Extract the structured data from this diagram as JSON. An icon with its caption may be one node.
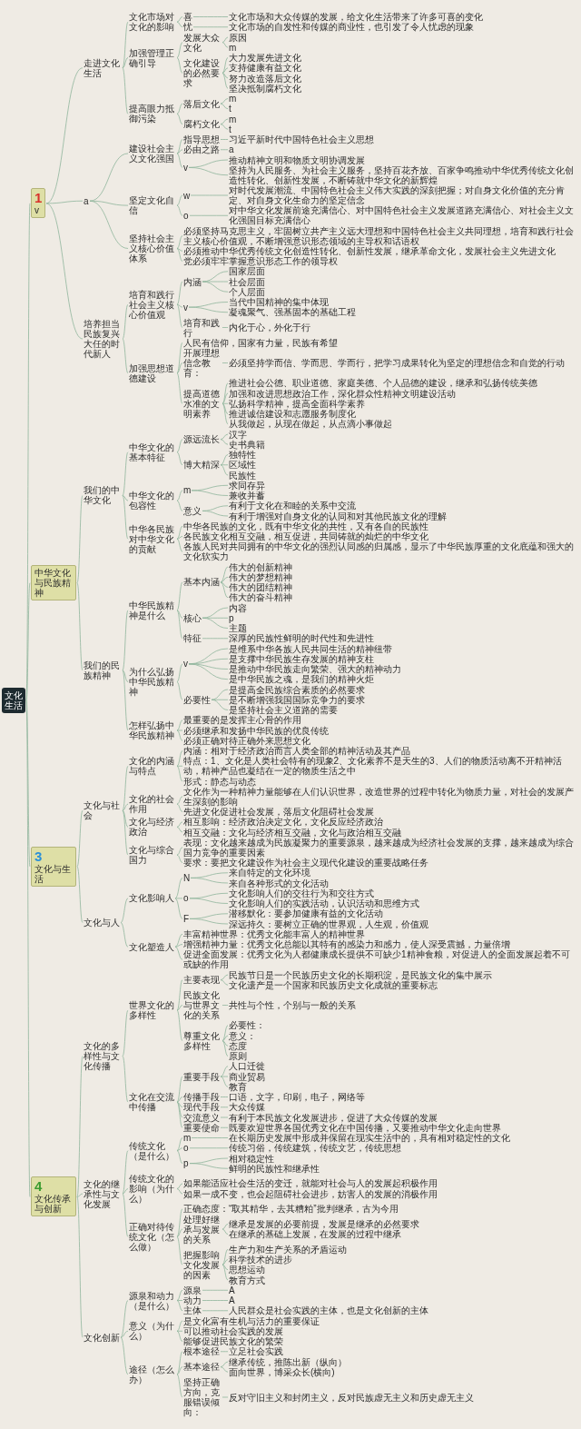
{
  "diagram": {
    "nodes": [
      {
        "text": [
          "文化生活"
        ]
      },
      {
        "text": [
          "1",
          "v"
        ]
      },
      {
        "text": [
          "走进文化生活"
        ]
      },
      {
        "text": [
          "文化市场对文化的影响"
        ]
      },
      {
        "text": [
          "喜"
        ]
      },
      {
        "text": [
          "文化市场和大众传媒的发展，给文化生活带来了许多可喜的变化"
        ]
      },
      {
        "text": [
          "忧"
        ]
      },
      {
        "text": [
          "文化市场的自发性和传媒的商业性，也引发了令人忧虑的现象"
        ]
      },
      {
        "text": [
          "加强管理正确引导"
        ]
      },
      {
        "text": [
          "发展大众文化"
        ]
      },
      {
        "text": [
          "原因"
        ]
      },
      {
        "text": [
          "m"
        ]
      },
      {
        "text": [
          "文化建设的必然要求"
        ]
      },
      {
        "text": [
          "大力发展先进文化"
        ]
      },
      {
        "text": [
          "支持健康有益文化"
        ]
      },
      {
        "text": [
          "努力改造落后文化"
        ]
      },
      {
        "text": [
          "坚决抵制腐朽文化"
        ]
      },
      {
        "text": [
          "提高眼力抵御污染"
        ]
      },
      {
        "text": [
          "落后文化"
        ]
      },
      {
        "text": [
          "m"
        ]
      },
      {
        "text": [
          "t"
        ]
      },
      {
        "text": [
          "腐朽文化"
        ]
      },
      {
        "text": [
          "m"
        ]
      },
      {
        "text": [
          "t"
        ]
      },
      {
        "text": [
          "a"
        ]
      },
      {
        "text": [
          "建设社会主义文化强国"
        ]
      },
      {
        "text": [
          "指导思想"
        ]
      },
      {
        "text": [
          "习近平新时代中国特色社会主义思想"
        ]
      },
      {
        "text": [
          "必由之路"
        ]
      },
      {
        "text": [
          "a"
        ]
      },
      {
        "text": [
          "v"
        ]
      },
      {
        "text": [
          "推动精神文明和物质文明协调发展"
        ]
      },
      {
        "text": [
          "坚持为人民服务、为社会主义服务，坚持百花齐放、百家争鸣推动中华优秀传统文化创造性转化、创新性发展，不断铸就中华文化的新辉煌"
        ]
      },
      {
        "text": [
          "坚定文化自信"
        ]
      },
      {
        "text": [
          "w"
        ]
      },
      {
        "text": [
          "对时代发展潮流、中国特色社会主义伟大实践的深刻把握；对自身文化价值的充分肯定、对自身文化生命力的坚定信念"
        ]
      },
      {
        "text": [
          "o"
        ]
      },
      {
        "text": [
          "对中华文化发展前途充满信心、对中国特色社会主义发展道路充满信心、对社会主义文化强国目标充满信心"
        ]
      },
      {
        "text": [
          "坚持社会主义核心价值体系"
        ]
      },
      {
        "text": [
          "必须坚持马克思主义，牢固树立共产主义远大理想和中国特色社会主义共同理想，培育和践行社会主义核心价值观，不断增强意识形态领域的主导权和话语权"
        ]
      },
      {
        "text": [
          "必须推动中华优秀传统文化创造性转化、创新性发展，继承革命文化，发展社会主义先进文化"
        ]
      },
      {
        "text": [
          "党必须牢牢掌握意识形态工作的领导权"
        ]
      },
      {
        "text": [
          "培养担当民族复兴大任的时代新人"
        ]
      },
      {
        "text": [
          "培育和践行社会主义核心价值观"
        ]
      },
      {
        "text": [
          "内涵"
        ]
      },
      {
        "text": [
          "国家层面"
        ]
      },
      {
        "text": [
          "社会层面"
        ]
      },
      {
        "text": [
          "个人层面"
        ]
      },
      {
        "text": [
          "v"
        ]
      },
      {
        "text": [
          "当代中国精神的集中体现"
        ]
      },
      {
        "text": [
          "凝魂聚气、强基固本的基础工程"
        ]
      },
      {
        "text": [
          "培育和践行"
        ]
      },
      {
        "text": [
          "内化于心，外化于行"
        ]
      },
      {
        "text": [
          "加强思想道德建设"
        ]
      },
      {
        "text": [
          "人民有信仰，国家有力量，民族有希望"
        ]
      },
      {
        "text": [
          "开展理想信念教育："
        ]
      },
      {
        "text": [
          "必须坚持学而信、学而思、学而行，把学习成果转化为坚定的理想信念和自觉的行动"
        ]
      },
      {
        "text": [
          "提高道德水准的文明素养"
        ]
      },
      {
        "text": [
          "推进社会公德、职业道德、家庭美德、个人品德的建设，继承和弘扬传统美德"
        ]
      },
      {
        "text": [
          "加强和改进思想政治工作，深化群众性精神文明建设活动"
        ]
      },
      {
        "text": [
          "弘扬科学精神，提高全面科学素养"
        ]
      },
      {
        "text": [
          "推进诚信建设和志愿服务制度化"
        ]
      },
      {
        "text": [
          "从我做起，从现在做起，从点滴小事做起"
        ]
      },
      {
        "text": [
          "中华文化与民族精神"
        ]
      },
      {
        "text": [
          "我们的中华文化"
        ]
      },
      {
        "text": [
          "中华文化的基本特征"
        ]
      },
      {
        "text": [
          "源远流长"
        ]
      },
      {
        "text": [
          "汉字"
        ]
      },
      {
        "text": [
          "史书典籍"
        ]
      },
      {
        "text": [
          "博大精深"
        ]
      },
      {
        "text": [
          "独特性"
        ]
      },
      {
        "text": [
          "区域性"
        ]
      },
      {
        "text": [
          "民族性"
        ]
      },
      {
        "text": [
          "中华文化的包容性"
        ]
      },
      {
        "text": [
          "m"
        ]
      },
      {
        "text": [
          "求同存异"
        ]
      },
      {
        "text": [
          "兼收并蓄"
        ]
      },
      {
        "text": [
          "意义"
        ]
      },
      {
        "text": [
          "有利于文化在和睦的关系中交流"
        ]
      },
      {
        "text": [
          "有利于增强对自身文化的认同和对其他民族文化的理解"
        ]
      },
      {
        "text": [
          "中华各民族对中华文化的贡献"
        ]
      },
      {
        "text": [
          "中华各民族的文化，既有中华文化的共性，又有各自的民族性"
        ]
      },
      {
        "text": [
          "各民族文化相互交融，相互促进，共同铸就的灿烂的中华文化"
        ]
      },
      {
        "text": [
          "各族人民对共同拥有的中华文化的强烈认同感的归属感，显示了中华民族厚重的文化底蕴和强大的文化软实力"
        ]
      },
      {
        "text": [
          "我们的民族精神"
        ]
      },
      {
        "text": [
          "中华民族精神是什么"
        ]
      },
      {
        "text": [
          "基本内涵"
        ]
      },
      {
        "text": [
          "伟大的创新精神"
        ]
      },
      {
        "text": [
          "伟大的梦想精神"
        ]
      },
      {
        "text": [
          "伟大的团结精神"
        ]
      },
      {
        "text": [
          "伟大的奋斗精神"
        ]
      },
      {
        "text": [
          "核心"
        ]
      },
      {
        "text": [
          "内容"
        ]
      },
      {
        "text": [
          "p"
        ]
      },
      {
        "text": [
          "主题"
        ]
      },
      {
        "text": [
          "特征"
        ]
      },
      {
        "text": [
          "深厚的民族性鲜明的时代性和先进性"
        ]
      },
      {
        "text": [
          "为什么弘扬中华民族精神"
        ]
      },
      {
        "text": [
          "v"
        ]
      },
      {
        "text": [
          "是维系中华各族人民共同生活的精神纽带"
        ]
      },
      {
        "text": [
          "是支撑中华民族生存发展的精神支柱"
        ]
      },
      {
        "text": [
          "是推动中华民族走向繁荣、强大的精神动力"
        ]
      },
      {
        "text": [
          "是中华民族之魂，是我们的精神火炬"
        ]
      },
      {
        "text": [
          "必要性"
        ]
      },
      {
        "text": [
          "是提高全民族综合素质的必然要求"
        ]
      },
      {
        "text": [
          "是不断增强我国国际竞争力的要求"
        ]
      },
      {
        "text": [
          "是坚持社会主义道路的需要"
        ]
      },
      {
        "text": [
          "怎样弘扬中华民族精神"
        ]
      },
      {
        "text": [
          "最重要的是发挥主心骨的作用"
        ]
      },
      {
        "text": [
          "必须继承和发扬中华民族的优良传统"
        ]
      },
      {
        "text": [
          "必须正确对待正确外来思想文化"
        ]
      },
      {
        "text": [
          "3",
          "文化与生活"
        ]
      },
      {
        "text": [
          "文化与社会"
        ]
      },
      {
        "text": [
          "文化的内涵与特点"
        ]
      },
      {
        "text": [
          "内涵：相对于经济政治而言人类全部的精神活动及其产品"
        ]
      },
      {
        "text": [
          "特点：1、文化是人类社会特有的现象2、文化素养不是天生的3、人们的物质活动离不开精神活动，精神产品也凝结在一定的物质生活之中"
        ]
      },
      {
        "text": [
          "形式：静态与动态"
        ]
      },
      {
        "text": [
          "文化的社会作用"
        ]
      },
      {
        "text": [
          "文化作为一种精神力量能够在人们认识世界，改造世界的过程中转化为物质力量，对社会的发展产生深刻的影响"
        ]
      },
      {
        "text": [
          "先进文化促进社会发展，落后文化阻碍社会发展"
        ]
      },
      {
        "text": [
          "文化与经济政治"
        ]
      },
      {
        "text": [
          "相互影响：经济政治决定文化，文化反应经济政治"
        ]
      },
      {
        "text": [
          "相互交融：文化与经济相互交融，文化与政治相互交融"
        ]
      },
      {
        "text": [
          "文化与综合国力"
        ]
      },
      {
        "text": [
          "表现：文化越来越成为民族凝聚力的重要源泉，越来越成为经济社会发展的支撑，越来越成为综合国力竞争的重要因素"
        ]
      },
      {
        "text": [
          "要求：要把文化建设作为社会主义现代化建设的重要战略任务"
        ]
      },
      {
        "text": [
          "文化与人"
        ]
      },
      {
        "text": [
          "文化影响人"
        ]
      },
      {
        "text": [
          "N"
        ]
      },
      {
        "text": [
          "来自特定的文化环境"
        ]
      },
      {
        "text": [
          "来自各种形式的文化活动"
        ]
      },
      {
        "text": [
          "o"
        ]
      },
      {
        "text": [
          "文化影响人们的交往行为和交往方式"
        ]
      },
      {
        "text": [
          "文化影响人们的实践活动，认识活动和思维方式"
        ]
      },
      {
        "text": [
          "F"
        ]
      },
      {
        "text": [
          "潜移默化：要参加健康有益的文化活动"
        ]
      },
      {
        "text": [
          "深远持久：要树立正确的世界观，人生观，价值观"
        ]
      },
      {
        "text": [
          "文化塑造人"
        ]
      },
      {
        "text": [
          "丰富精神世界：优秀文化能丰富人的精神世界"
        ]
      },
      {
        "text": [
          "增强精神力量：优秀文化总能以其特有的感染力和感力，使人深受震撼，力量倍增"
        ]
      },
      {
        "text": [
          "促进全面发展：优秀文化为人都健康成长提供不可缺少1精神食粮，对促进人的全面发展起着不可或缺的作用"
        ]
      },
      {
        "text": [
          "4",
          "文化传承与创新"
        ]
      },
      {
        "text": [
          "文化的多样性与文化传播"
        ]
      },
      {
        "text": [
          "世界文化的多样性"
        ]
      },
      {
        "text": [
          "主要表现"
        ]
      },
      {
        "text": [
          "民族节日是一个民族历史文化的长期积淀，是民族文化的集中展示"
        ]
      },
      {
        "text": [
          "文化遗产是一个国家和民族历史文化成就的重要标志"
        ]
      },
      {
        "text": [
          "民族文化与世界文化的关系"
        ]
      },
      {
        "text": [
          "共性与个性，个别与一般的关系"
        ]
      },
      {
        "text": [
          "尊重文化多样性"
        ]
      },
      {
        "text": [
          "必要性："
        ]
      },
      {
        "text": [
          "意义："
        ]
      },
      {
        "text": [
          "态度"
        ]
      },
      {
        "text": [
          "原则"
        ]
      },
      {
        "text": [
          "文化在交流中传播"
        ]
      },
      {
        "text": [
          "重要手段"
        ]
      },
      {
        "text": [
          "人口迁徙"
        ]
      },
      {
        "text": [
          "商业贸易"
        ]
      },
      {
        "text": [
          "教育"
        ]
      },
      {
        "text": [
          "传播手段"
        ]
      },
      {
        "text": [
          "口语，文字，印刷，电子，网络等"
        ]
      },
      {
        "text": [
          "现代手段"
        ]
      },
      {
        "text": [
          "大众传媒"
        ]
      },
      {
        "text": [
          "交流意义"
        ]
      },
      {
        "text": [
          "有利于本民族文化发展进步，促进了大众传媒的发展"
        ]
      },
      {
        "text": [
          "重要使命"
        ]
      },
      {
        "text": [
          "既要欢迎世界各国优秀文化在中国传播，又要推动中华文化走向世界"
        ]
      },
      {
        "text": [
          "文化的继承性与文化发展"
        ]
      },
      {
        "text": [
          "传统文化（是什么）"
        ]
      },
      {
        "text": [
          "m"
        ]
      },
      {
        "text": [
          "在长期历史发展中形成并保留在现实生活中的，具有相对稳定性的文化"
        ]
      },
      {
        "text": [
          "o"
        ]
      },
      {
        "text": [
          "传统习俗，传统建筑，传统文艺，传统思想"
        ]
      },
      {
        "text": [
          "p"
        ]
      },
      {
        "text": [
          "相对稳定性"
        ]
      },
      {
        "text": [
          "鲜明的民族性和继承性"
        ]
      },
      {
        "text": [
          "传统文化的影响（为什么）"
        ]
      },
      {
        "text": [
          "如果能适应社会生活的变迁，就能对社会与人的发展起积极作用"
        ]
      },
      {
        "text": [
          "如果一成不变，也会起阻碍社会进步，妨害人的发展的消极作用"
        ]
      },
      {
        "text": [
          "正确对待传统文化（怎么做）"
        ]
      },
      {
        "text": [
          "正确态度：“取其精华，去其糟粕”批判继承，古为今用"
        ]
      },
      {
        "text": [
          "处理好继承与发展的关系"
        ]
      },
      {
        "text": [
          "继承是发展的必要前提，发展是继承的必然要求"
        ]
      },
      {
        "text": [
          "在继承的基础上发展，在发展的过程中继承"
        ]
      },
      {
        "text": [
          "把握影响文化发展的因素"
        ]
      },
      {
        "text": [
          "生产力和生产关系的矛盾运动"
        ]
      },
      {
        "text": [
          "科学技术的进步"
        ]
      },
      {
        "text": [
          "思想运动"
        ]
      },
      {
        "text": [
          "教育方式"
        ]
      },
      {
        "text": [
          "文化创新"
        ]
      },
      {
        "text": [
          "源泉和动力（是什么）"
        ]
      },
      {
        "text": [
          "源泉"
        ]
      },
      {
        "text": [
          "A"
        ]
      },
      {
        "text": [
          "动力"
        ]
      },
      {
        "text": [
          "A"
        ]
      },
      {
        "text": [
          "主体"
        ]
      },
      {
        "text": [
          "人民群众是社会实践的主体，也是文化创新的主体"
        ]
      },
      {
        "text": [
          "意义（为什么）"
        ]
      },
      {
        "text": [
          "是文化富有生机与活力的重要保证"
        ]
      },
      {
        "text": [
          "可以推动社会实践的发展"
        ]
      },
      {
        "text": [
          "能够促进民族文化的繁荣"
        ]
      },
      {
        "text": [
          "途径（怎么办）"
        ]
      },
      {
        "text": [
          "根本途径"
        ]
      },
      {
        "text": [
          "立足社会实践"
        ]
      },
      {
        "text": [
          "基本途径"
        ]
      },
      {
        "text": [
          "继承传统，推陈出新（纵向）"
        ]
      },
      {
        "text": [
          "面向世界，博采众长(横向)"
        ]
      },
      {
        "text": [
          "坚持正确方向，克服错误倾向："
        ]
      },
      {
        "text": [
          "反对守旧主义和封闭主义，反对民族虚无主义和历史虚无主义"
        ]
      }
    ],
    "edges": [
      {
        "from": 0,
        "to": 1,
        "arrow": "none"
      },
      {
        "from": 1,
        "to": 2,
        "arrow": "none"
      },
      {
        "from": 2,
        "to": 3,
        "arrow": "none"
      },
      {
        "from": 3,
        "to": 4,
        "arrow": "none"
      },
      {
        "from": 4,
        "to": 5,
        "arrow": "none"
      },
      {
        "from": 3,
        "to": 6,
        "arrow": "none"
      },
      {
        "from": 6,
        "to": 7,
        "arrow": "none"
      },
      {
        "from": 2,
        "to": 8,
        "arrow": "none"
      },
      {
        "from": 8,
        "to": 9,
        "arrow": "none"
      },
      {
        "from": 9,
        "to": 10,
        "arrow": "none"
      },
      {
        "from": 9,
        "to": 11,
        "arrow": "none"
      },
      {
        "from": 8,
        "to": 12,
        "arrow": "none"
      },
      {
        "from": 12,
        "to": 13,
        "arrow": "none"
      },
      {
        "from": 12,
        "to": 14,
        "arrow": "none"
      },
      {
        "from": 12,
        "to": 15,
        "arrow": "none"
      },
      {
        "from": 12,
        "to": 16,
        "arrow": "none"
      },
      {
        "from": 2,
        "to": 17,
        "arrow": "none"
      },
      {
        "from": 17,
        "to": 18,
        "arrow": "none"
      },
      {
        "from": 18,
        "to": 19,
        "arrow": "none"
      },
      {
        "from": 18,
        "to": 20,
        "arrow": "none"
      },
      {
        "from": 17,
        "to": 21,
        "arrow": "none"
      },
      {
        "from": 21,
        "to": 22,
        "arrow": "none"
      },
      {
        "from": 21,
        "to": 23,
        "arrow": "none"
      },
      {
        "from": 1,
        "to": 24,
        "arrow": "none"
      },
      {
        "from": 24,
        "to": 25,
        "arrow": "none"
      },
      {
        "from": 25,
        "to": 26,
        "arrow": "none"
      },
      {
        "from": 26,
        "to": 27,
        "arrow": "none"
      },
      {
        "from": 25,
        "to": 28,
        "arrow": "none"
      },
      {
        "from": 28,
        "to": 29,
        "arrow": "none"
      },
      {
        "from": 25,
        "to": 30,
        "arrow": "none"
      },
      {
        "from": 30,
        "to": 31,
        "arrow": "none"
      },
      {
        "from": 30,
        "to": 32,
        "arrow": "none"
      },
      {
        "from": 24,
        "to": 33,
        "arrow": "none"
      },
      {
        "from": 33,
        "to": 34,
        "arrow": "none"
      },
      {
        "from": 34,
        "to": 35,
        "arrow": "none"
      },
      {
        "from": 33,
        "to": 36,
        "arrow": "none"
      },
      {
        "from": 36,
        "to": 37,
        "arrow": "none"
      },
      {
        "from": 24,
        "to": 38,
        "arrow": "none"
      },
      {
        "from": 38,
        "to": 39,
        "arrow": "none"
      },
      {
        "from": 38,
        "to": 40,
        "arrow": "none"
      },
      {
        "from": 38,
        "to": 41,
        "arrow": "none"
      },
      {
        "from": 1,
        "to": 42,
        "arrow": "none"
      },
      {
        "from": 42,
        "to": 43,
        "arrow": "none"
      },
      {
        "from": 43,
        "to": 44,
        "arrow": "none"
      },
      {
        "from": 44,
        "to": 45,
        "arrow": "none"
      },
      {
        "from": 44,
        "to": 46,
        "arrow": "none"
      },
      {
        "from": 44,
        "to": 47,
        "arrow": "none"
      },
      {
        "from": 43,
        "to": 48,
        "arrow": "none"
      },
      {
        "from": 48,
        "to": 49,
        "arrow": "none"
      },
      {
        "from": 48,
        "to": 50,
        "arrow": "none"
      },
      {
        "from": 43,
        "to": 51,
        "arrow": "none"
      },
      {
        "from": 51,
        "to": 52,
        "arrow": "none"
      },
      {
        "from": 42,
        "to": 53,
        "arrow": "none"
      },
      {
        "from": 53,
        "to": 54,
        "arrow": "none"
      },
      {
        "from": 53,
        "to": 55,
        "arrow": "none"
      },
      {
        "from": 55,
        "to": 56,
        "arrow": "none"
      },
      {
        "from": 53,
        "to": 57,
        "arrow": "none"
      },
      {
        "from": 57,
        "to": 58,
        "arrow": "none"
      },
      {
        "from": 57,
        "to": 59,
        "arrow": "none"
      },
      {
        "from": 57,
        "to": 60,
        "arrow": "none"
      },
      {
        "from": 57,
        "to": 61,
        "arrow": "none"
      },
      {
        "from": 57,
        "to": 62,
        "arrow": "none"
      },
      {
        "from": 0,
        "to": 63,
        "arrow": "none"
      },
      {
        "from": 63,
        "to": 64,
        "arrow": "none"
      },
      {
        "from": 64,
        "to": 65,
        "arrow": "none"
      },
      {
        "from": 65,
        "to": 66,
        "arrow": "none"
      },
      {
        "from": 66,
        "to": 67,
        "arrow": "none"
      },
      {
        "from": 66,
        "to": 68,
        "arrow": "none"
      },
      {
        "from": 65,
        "to": 69,
        "arrow": "none"
      },
      {
        "from": 69,
        "to": 70,
        "arrow": "none"
      },
      {
        "from": 69,
        "to": 71,
        "arrow": "none"
      },
      {
        "from": 69,
        "to": 72,
        "arrow": "none"
      },
      {
        "from": 64,
        "to": 73,
        "arrow": "none"
      },
      {
        "from": 73,
        "to": 74,
        "arrow": "none"
      },
      {
        "from": 74,
        "to": 75,
        "arrow": "none"
      },
      {
        "from": 74,
        "to": 76,
        "arrow": "none"
      },
      {
        "from": 73,
        "to": 77,
        "arrow": "none"
      },
      {
        "from": 77,
        "to": 78,
        "arrow": "none"
      },
      {
        "from": 77,
        "to": 79,
        "arrow": "none"
      },
      {
        "from": 64,
        "to": 80,
        "arrow": "none"
      },
      {
        "from": 80,
        "to": 81,
        "arrow": "none"
      },
      {
        "from": 80,
        "to": 82,
        "arrow": "none"
      },
      {
        "from": 80,
        "to": 83,
        "arrow": "none"
      },
      {
        "from": 63,
        "to": 84,
        "arrow": "none"
      },
      {
        "from": 84,
        "to": 85,
        "arrow": "none"
      },
      {
        "from": 85,
        "to": 86,
        "arrow": "none"
      },
      {
        "from": 86,
        "to": 87,
        "arrow": "none"
      },
      {
        "from": 86,
        "to": 88,
        "arrow": "none"
      },
      {
        "from": 86,
        "to": 89,
        "arrow": "none"
      },
      {
        "from": 86,
        "to": 90,
        "arrow": "none"
      },
      {
        "from": 85,
        "to": 91,
        "arrow": "none"
      },
      {
        "from": 91,
        "to": 92,
        "arrow": "none"
      },
      {
        "from": 91,
        "to": 93,
        "arrow": "none"
      },
      {
        "from": 91,
        "to": 94,
        "arrow": "none"
      },
      {
        "from": 85,
        "to": 95,
        "arrow": "none"
      },
      {
        "from": 95,
        "to": 96,
        "arrow": "none"
      },
      {
        "from": 84,
        "to": 97,
        "arrow": "none"
      },
      {
        "from": 97,
        "to": 98,
        "arrow": "none"
      },
      {
        "from": 98,
        "to": 99,
        "arrow": "none"
      },
      {
        "from": 98,
        "to": 100,
        "arrow": "none"
      },
      {
        "from": 98,
        "to": 101,
        "arrow": "none"
      },
      {
        "from": 98,
        "to": 102,
        "arrow": "none"
      },
      {
        "from": 97,
        "to": 103,
        "arrow": "none"
      },
      {
        "from": 103,
        "to": 104,
        "arrow": "none"
      },
      {
        "from": 103,
        "to": 105,
        "arrow": "none"
      },
      {
        "from": 103,
        "to": 106,
        "arrow": "none"
      },
      {
        "from": 84,
        "to": 107,
        "arrow": "none"
      },
      {
        "from": 107,
        "to": 108,
        "arrow": "none"
      },
      {
        "from": 107,
        "to": 109,
        "arrow": "none"
      },
      {
        "from": 107,
        "to": 110,
        "arrow": "none"
      },
      {
        "from": 0,
        "to": 111,
        "arrow": "none"
      },
      {
        "from": 111,
        "to": 112,
        "arrow": "none"
      },
      {
        "from": 112,
        "to": 113,
        "arrow": "none"
      },
      {
        "from": 113,
        "to": 114,
        "arrow": "none"
      },
      {
        "from": 113,
        "to": 115,
        "arrow": "none"
      },
      {
        "from": 113,
        "to": 116,
        "arrow": "none"
      },
      {
        "from": 112,
        "to": 117,
        "arrow": "none"
      },
      {
        "from": 117,
        "to": 118,
        "arrow": "none"
      },
      {
        "from": 117,
        "to": 119,
        "arrow": "none"
      },
      {
        "from": 112,
        "to": 120,
        "arrow": "none"
      },
      {
        "from": 120,
        "to": 121,
        "arrow": "none"
      },
      {
        "from": 120,
        "to": 122,
        "arrow": "none"
      },
      {
        "from": 112,
        "to": 123,
        "arrow": "none"
      },
      {
        "from": 123,
        "to": 124,
        "arrow": "none"
      },
      {
        "from": 123,
        "to": 125,
        "arrow": "none"
      },
      {
        "from": 111,
        "to": 126,
        "arrow": "none"
      },
      {
        "from": 126,
        "to": 127,
        "arrow": "none"
      },
      {
        "from": 127,
        "to": 128,
        "arrow": "none"
      },
      {
        "from": 128,
        "to": 129,
        "arrow": "none"
      },
      {
        "from": 128,
        "to": 130,
        "arrow": "none"
      },
      {
        "from": 127,
        "to": 131,
        "arrow": "none"
      },
      {
        "from": 131,
        "to": 132,
        "arrow": "none"
      },
      {
        "from": 131,
        "to": 133,
        "arrow": "none"
      },
      {
        "from": 127,
        "to": 134,
        "arrow": "none"
      },
      {
        "from": 134,
        "to": 135,
        "arrow": "none"
      },
      {
        "from": 134,
        "to": 136,
        "arrow": "none"
      },
      {
        "from": 126,
        "to": 137,
        "arrow": "none"
      },
      {
        "from": 137,
        "to": 138,
        "arrow": "none"
      },
      {
        "from": 137,
        "to": 139,
        "arrow": "none"
      },
      {
        "from": 137,
        "to": 140,
        "arrow": "none"
      },
      {
        "from": 0,
        "to": 141,
        "arrow": "none"
      },
      {
        "from": 141,
        "to": 142,
        "arrow": "none"
      },
      {
        "from": 142,
        "to": 143,
        "arrow": "none"
      },
      {
        "from": 143,
        "to": 144,
        "arrow": "none"
      },
      {
        "from": 144,
        "to": 145,
        "arrow": "none"
      },
      {
        "from": 144,
        "to": 146,
        "arrow": "none"
      },
      {
        "from": 143,
        "to": 147,
        "arrow": "none"
      },
      {
        "from": 147,
        "to": 148,
        "arrow": "none"
      },
      {
        "from": 143,
        "to": 149,
        "arrow": "none"
      },
      {
        "from": 149,
        "to": 150,
        "arrow": "none"
      },
      {
        "from": 149,
        "to": 151,
        "arrow": "none"
      },
      {
        "from": 149,
        "to": 152,
        "arrow": "none"
      },
      {
        "from": 149,
        "to": 153,
        "arrow": "none"
      },
      {
        "from": 142,
        "to": 154,
        "arrow": "none"
      },
      {
        "from": 154,
        "to": 155,
        "arrow": "none"
      },
      {
        "from": 155,
        "to": 156,
        "arrow": "none"
      },
      {
        "from": 155,
        "to": 157,
        "arrow": "none"
      },
      {
        "from": 155,
        "to": 158,
        "arrow": "none"
      },
      {
        "from": 154,
        "to": 159,
        "arrow": "none"
      },
      {
        "from": 159,
        "to": 160,
        "arrow": "none"
      },
      {
        "from": 154,
        "to": 161,
        "arrow": "none"
      },
      {
        "from": 161,
        "to": 162,
        "arrow": "none"
      },
      {
        "from": 154,
        "to": 163,
        "arrow": "none"
      },
      {
        "from": 163,
        "to": 164,
        "arrow": "none"
      },
      {
        "from": 154,
        "to": 165,
        "arrow": "none"
      },
      {
        "from": 165,
        "to": 166,
        "arrow": "none"
      },
      {
        "from": 141,
        "to": 167,
        "arrow": "none"
      },
      {
        "from": 167,
        "to": 168,
        "arrow": "none"
      },
      {
        "from": 168,
        "to": 169,
        "arrow": "none"
      },
      {
        "from": 169,
        "to": 170,
        "arrow": "none"
      },
      {
        "from": 168,
        "to": 171,
        "arrow": "none"
      },
      {
        "from": 171,
        "to": 172,
        "arrow": "none"
      },
      {
        "from": 168,
        "to": 173,
        "arrow": "none"
      },
      {
        "from": 173,
        "to": 174,
        "arrow": "none"
      },
      {
        "from": 173,
        "to": 175,
        "arrow": "none"
      },
      {
        "from": 167,
        "to": 176,
        "arrow": "none"
      },
      {
        "from": 176,
        "to": 177,
        "arrow": "none"
      },
      {
        "from": 176,
        "to": 178,
        "arrow": "none"
      },
      {
        "from": 167,
        "to": 179,
        "arrow": "none"
      },
      {
        "from": 179,
        "to": 180,
        "arrow": "none"
      },
      {
        "from": 179,
        "to": 181,
        "arrow": "none"
      },
      {
        "from": 181,
        "to": 182,
        "arrow": "none"
      },
      {
        "from": 181,
        "to": 183,
        "arrow": "none"
      },
      {
        "from": 179,
        "to": 184,
        "arrow": "none"
      },
      {
        "from": 184,
        "to": 185,
        "arrow": "none"
      },
      {
        "from": 184,
        "to": 186,
        "arrow": "none"
      },
      {
        "from": 184,
        "to": 187,
        "arrow": "none"
      },
      {
        "from": 184,
        "to": 188,
        "arrow": "none"
      },
      {
        "from": 141,
        "to": 189,
        "arrow": "none"
      },
      {
        "from": 189,
        "to": 190,
        "arrow": "none"
      },
      {
        "from": 190,
        "to": 191,
        "arrow": "none"
      },
      {
        "from": 191,
        "to": 192,
        "arrow": "none"
      },
      {
        "from": 190,
        "to": 193,
        "arrow": "none"
      },
      {
        "from": 193,
        "to": 194,
        "arrow": "none"
      },
      {
        "from": 190,
        "to": 195,
        "arrow": "none"
      },
      {
        "from": 195,
        "to": 196,
        "arrow": "none"
      },
      {
        "from": 189,
        "to": 197,
        "arrow": "none"
      },
      {
        "from": 197,
        "to": 198,
        "arrow": "none"
      },
      {
        "from": 197,
        "to": 199,
        "arrow": "none"
      },
      {
        "from": 197,
        "to": 200,
        "arrow": "none"
      },
      {
        "from": 189,
        "to": 201,
        "arrow": "none"
      },
      {
        "from": 201,
        "to": 202,
        "arrow": "none"
      },
      {
        "from": 202,
        "to": 203,
        "arrow": "none"
      },
      {
        "from": 201,
        "to": 204,
        "arrow": "none"
      },
      {
        "from": 204,
        "to": 205,
        "arrow": "none"
      },
      {
        "from": 204,
        "to": 206,
        "arrow": "none"
      },
      {
        "from": 201,
        "to": 207,
        "arrow": "none"
      },
      {
        "from": 207,
        "to": 208,
        "arrow": "none"
      }
    ]
  }
}
